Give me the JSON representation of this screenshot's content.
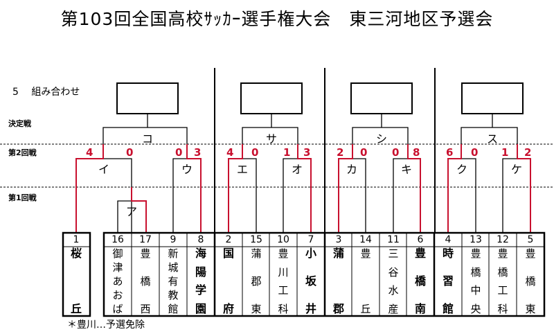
{
  "title": "第103回全国高校ｻｯｶｰ選手権大会　東三河地区予選会",
  "subtitle": "5　 組み合わせ",
  "round_labels": {
    "final": "決定戦",
    "round2": "第2回戦",
    "round1": "第1回戦"
  },
  "note": "＊豊川…予選免除",
  "colors": {
    "winner_line": "#c8102e",
    "line": "#000000"
  },
  "match_labels": [
    "コ",
    "サ",
    "シ",
    "ス",
    "イ",
    "ウ",
    "エ",
    "オ",
    "カ",
    "キ",
    "ク",
    "ケ",
    "ア"
  ],
  "scores": {
    "i_left": "4",
    "i_right": "0",
    "u_left": "0",
    "u_right": "3",
    "e_left": "4",
    "e_right": "0",
    "o_left": "1",
    "o_right": "3",
    "ka_left": "2",
    "ka_right": "0",
    "ki_left": "0",
    "ki_right": "8",
    "ku_left": "6",
    "ku_right": "0",
    "ke_left": "1",
    "ke_right": "2"
  },
  "teams": [
    {
      "seed": "1",
      "chars": [
        "桜",
        "丘"
      ],
      "bold": true
    },
    {
      "seed": "16",
      "chars": [
        "御",
        "津",
        "あ",
        "お",
        "ば"
      ],
      "bold": false
    },
    {
      "seed": "17",
      "chars": [
        "豊",
        "橋",
        "西"
      ],
      "bold": false
    },
    {
      "seed": "9",
      "chars": [
        "新",
        "城",
        "有",
        "教",
        "館"
      ],
      "bold": false
    },
    {
      "seed": "8",
      "chars": [
        "海",
        "陽",
        "学",
        "園"
      ],
      "bold": true
    },
    {
      "seed": "2",
      "chars": [
        "国",
        "府"
      ],
      "bold": true
    },
    {
      "seed": "15",
      "chars": [
        "蒲",
        "郡",
        "東"
      ],
      "bold": false
    },
    {
      "seed": "10",
      "chars": [
        "豊",
        "川",
        "工",
        "科"
      ],
      "bold": false
    },
    {
      "seed": "7",
      "chars": [
        "小",
        "坂",
        "井"
      ],
      "bold": true
    },
    {
      "seed": "3",
      "chars": [
        "蒲",
        "郡"
      ],
      "bold": true
    },
    {
      "seed": "14",
      "chars": [
        "豊",
        "丘"
      ],
      "bold": false
    },
    {
      "seed": "11",
      "chars": [
        "三",
        "谷",
        "水",
        "産"
      ],
      "bold": false
    },
    {
      "seed": "6",
      "chars": [
        "豊",
        "橋",
        "南"
      ],
      "bold": true
    },
    {
      "seed": "4",
      "chars": [
        "時",
        "習",
        "館"
      ],
      "bold": true
    },
    {
      "seed": "13",
      "chars": [
        "豊",
        "橋",
        "中",
        "央"
      ],
      "bold": false
    },
    {
      "seed": "12",
      "chars": [
        "豊",
        "橋",
        "工",
        "科"
      ],
      "bold": false
    },
    {
      "seed": "5",
      "chars": [
        "豊",
        "橋",
        "東"
      ],
      "bold": false
    }
  ]
}
